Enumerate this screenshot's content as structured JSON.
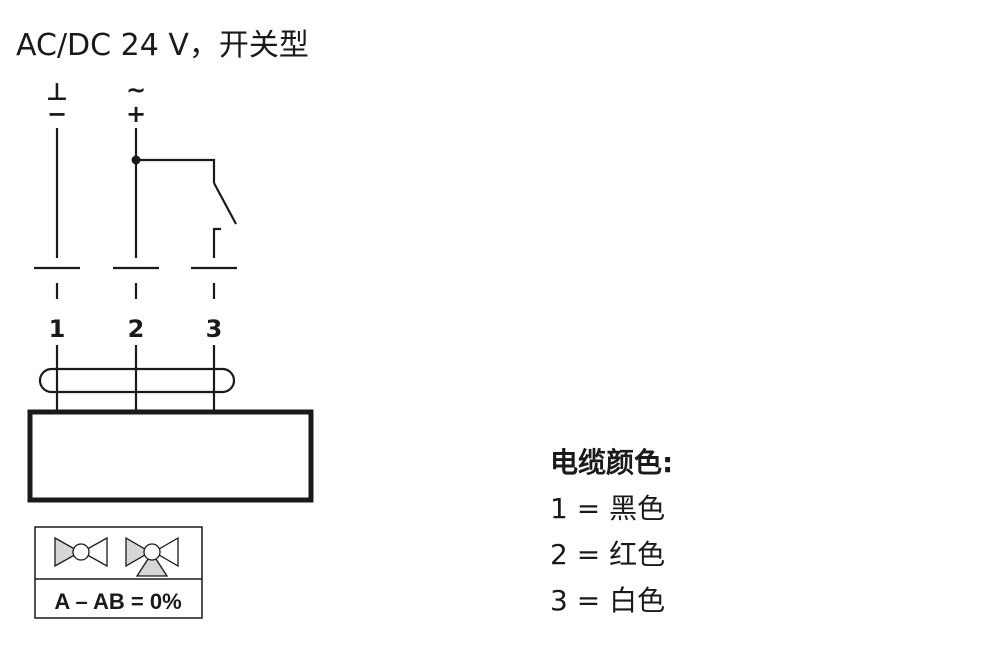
{
  "title": "AC/DC 24 V，开关型",
  "terminals": {
    "ground_symbol": "⊥",
    "minus_symbol": "−",
    "tilde_symbol": "~",
    "plus_symbol": "+",
    "labels": [
      "1",
      "2",
      "3"
    ]
  },
  "badge": {
    "text": "A – AB = 0%"
  },
  "legend": {
    "heading": "电缆颜色:",
    "items": [
      "1 = 黑色",
      "2 = 红色",
      "3 = 白色"
    ]
  }
}
